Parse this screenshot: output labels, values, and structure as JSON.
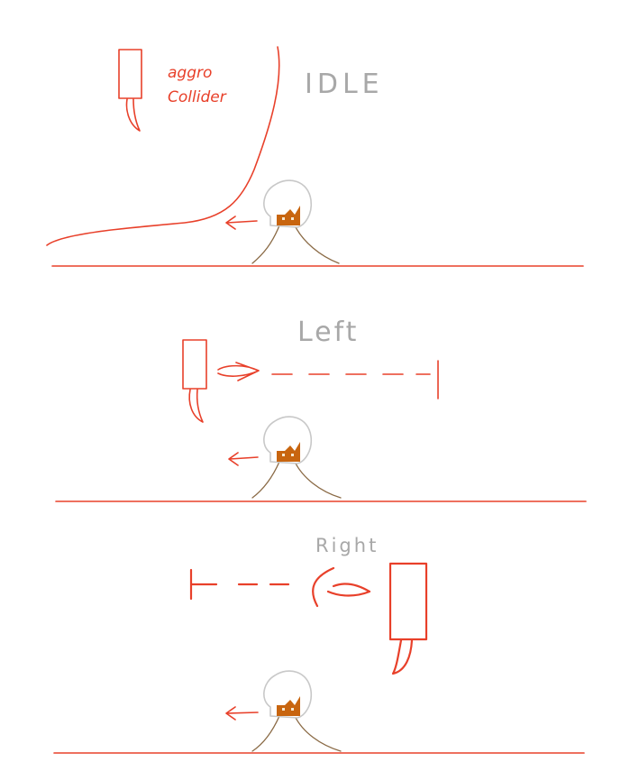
{
  "panels": {
    "idle": {
      "title": "IDLE",
      "collider_label_line1": "aggro",
      "collider_label_line2": "Collider"
    },
    "left": {
      "title": "Left"
    },
    "right": {
      "title": "Right"
    }
  },
  "colors": {
    "sketch_red": "#e8402a",
    "label_grey": "#a8a8a8",
    "character_face": "#c8650f",
    "character_hair": "#c8c8c8",
    "character_legs": "#8a6a45"
  }
}
